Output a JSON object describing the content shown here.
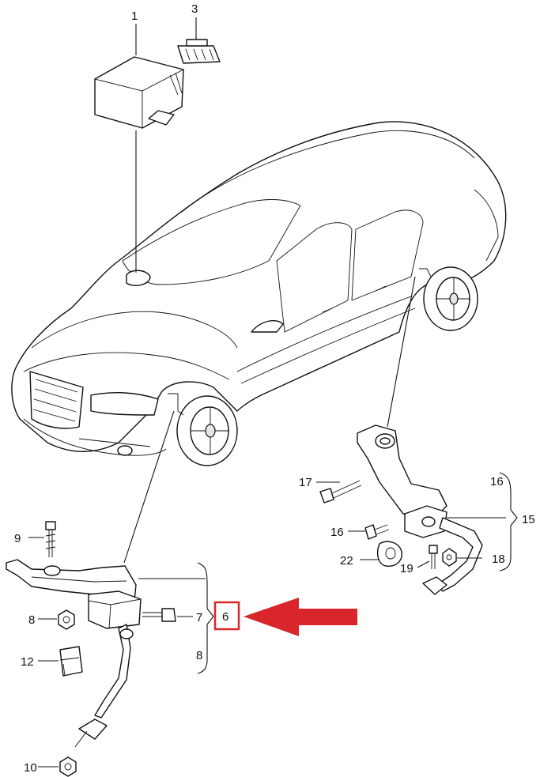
{
  "callouts": {
    "c1": "1",
    "c3": "3",
    "c6": "6",
    "c7": "7",
    "c8a": "8",
    "c8b": "8",
    "c9": "9",
    "c10": "10",
    "c12": "12",
    "c15": "15",
    "c16a": "16",
    "c16b": "16",
    "c17": "17",
    "c18": "18",
    "c19": "19",
    "c22": "22"
  },
  "colors": {
    "line": "#111111",
    "highlight_box": "#d9262b",
    "arrow": "#d9262b"
  },
  "icons": {
    "arrow": "left-pointing-arrow"
  }
}
